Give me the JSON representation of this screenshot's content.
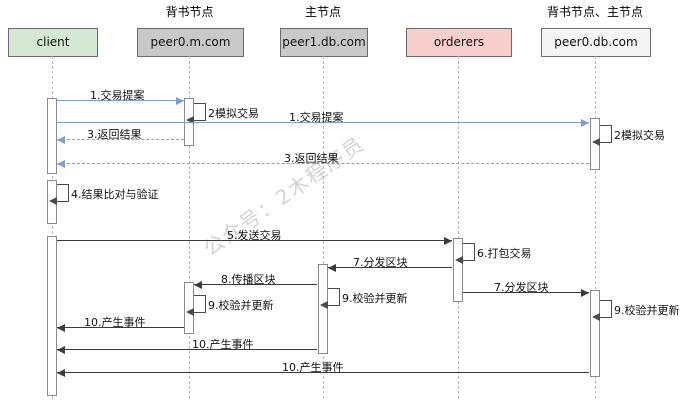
{
  "watermark": "公众号：2木程序员",
  "colors": {
    "client_fill": "#d5e8d4",
    "peer_fill": "#c9c9c9",
    "orderer_fill": "#f8cecc",
    "peer_db_fill": "#f5f5f5",
    "proposal_arrow": "#7e9dd5",
    "dark_arrow": "#3b3b3b"
  },
  "participants": [
    {
      "header": "",
      "label": "client"
    },
    {
      "header": "背书节点",
      "label": "peer0.m.com"
    },
    {
      "header": "主节点",
      "label": "peer1.db.com"
    },
    {
      "header": "",
      "label": "orderers"
    },
    {
      "header": "背书节点、主节点",
      "label": "peer0.db.com"
    }
  ],
  "messages": [
    {
      "label": "1.交易提案"
    },
    {
      "label": "2模拟交易"
    },
    {
      "label": "1.交易提案"
    },
    {
      "label": "2模拟交易"
    },
    {
      "label": "3.返回结果"
    },
    {
      "label": "3.返回结果"
    },
    {
      "label": "4.结果比对与验证"
    },
    {
      "label": "5.发送交易"
    },
    {
      "label": "6.打包交易"
    },
    {
      "label": "7.分发区块"
    },
    {
      "label": "8.传播区块"
    },
    {
      "label": "7.分发区块"
    },
    {
      "label": "9.校验并更新"
    },
    {
      "label": "9.校验并更新"
    },
    {
      "label": "9.校验并更新"
    },
    {
      "label": "10.产生事件"
    },
    {
      "label": "10.产生事件"
    },
    {
      "label": "10.产生事件"
    }
  ]
}
